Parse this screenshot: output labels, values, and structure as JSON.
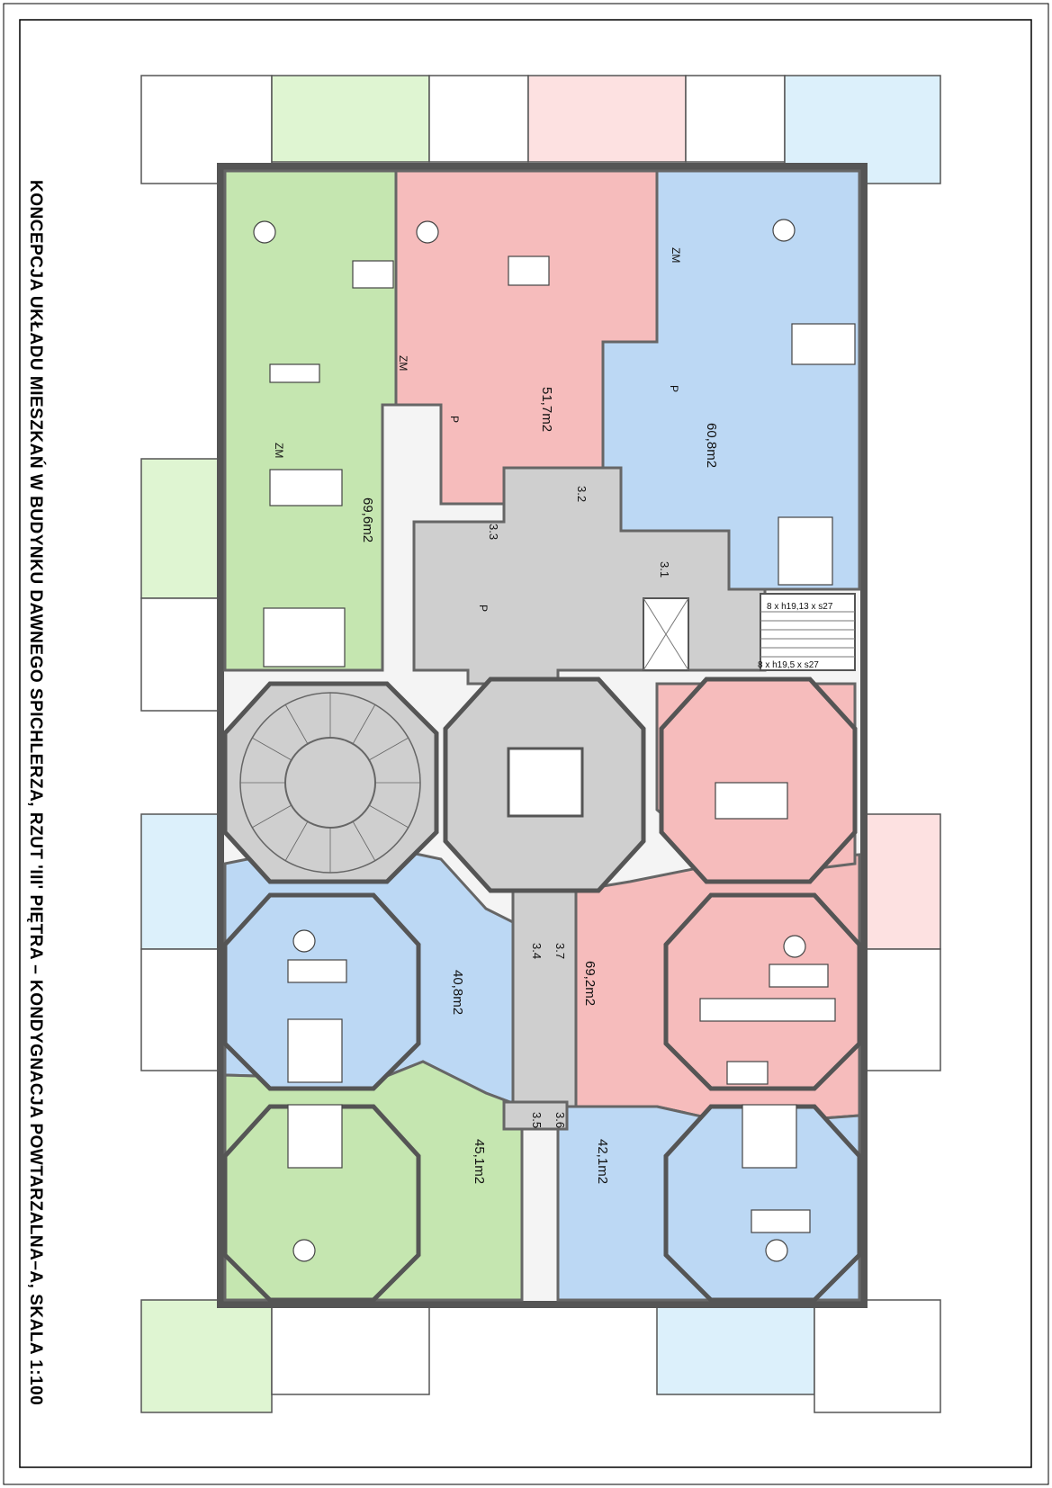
{
  "title": "KONCEPCJA UKŁADU MIESZKAŃ W BUDYNKU DAWNEGO SPICHLERZA, RZUT 'III' PIĘTRA – KONDYGNACJA POWTARZALNA–A, SKALA 1:100",
  "colors": {
    "green": "#c5e6b0",
    "pink": "#f6bcbc",
    "blue": "#bcd8f4",
    "gray": "#cfcfcf",
    "balcony_green": "#dff5d2",
    "balcony_pink": "#fde1e1",
    "balcony_blue": "#dcf0fb",
    "wall": "#777777"
  },
  "areas": {
    "green_top": "69,6m2",
    "pink_top": "51,7m2",
    "blue_top": "60,8m2",
    "blue_mid": "40,8m2",
    "pink_mid": "69,2m2",
    "green_bottom": "45,1m2",
    "blue_bottom": "42,1m2"
  },
  "room_numbers": {
    "r31": "3.1",
    "r32": "3.2",
    "r33": "3.3",
    "r34": "3.4",
    "r35": "3.5",
    "r36": "3.6",
    "r37": "3.7"
  },
  "stairs": {
    "upper": "8 x h19,13 x s27",
    "lower": "8 x h19,5 x s27"
  },
  "markers": {
    "zm": "ZM",
    "p": "P"
  }
}
